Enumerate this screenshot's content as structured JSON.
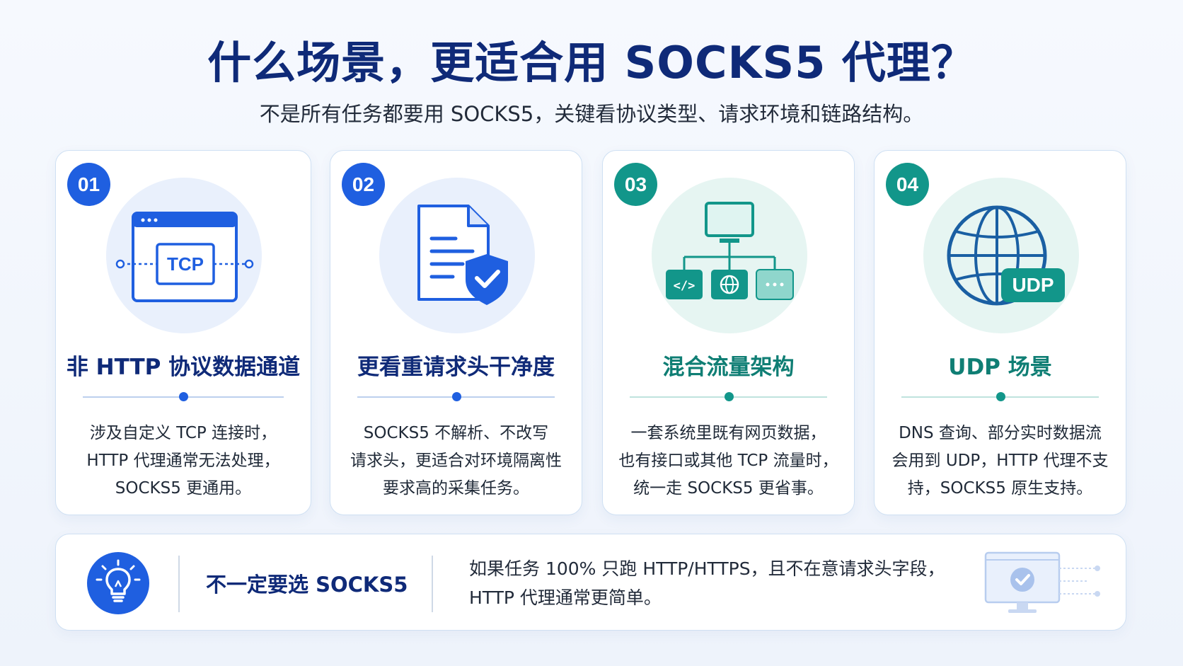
{
  "header": {
    "title": "什么场景，更适合用 SOCKS5 代理？",
    "subtitle": "不是所有任务都要用 SOCKS5，关键看协议类型、请求环境和链路结构。"
  },
  "cards": [
    {
      "number": "01",
      "icon": "tcp-window-icon",
      "icon_label": "TCP",
      "title": "非 HTTP 协议数据通道",
      "lines": [
        "涉及自定义 TCP 连接时，",
        "HTTP 代理通常无法处理，",
        "SOCKS5 更通用。"
      ],
      "accent": "#1f5fe0"
    },
    {
      "number": "02",
      "icon": "document-shield-icon",
      "title": "更看重请求头干净度",
      "lines": [
        "SOCKS5 不解析、不改写",
        "请求头，更适合对环境隔离性",
        "要求高的采集任务。"
      ],
      "accent": "#1f5fe0"
    },
    {
      "number": "03",
      "icon": "network-topology-icon",
      "title": "混合流量架构",
      "lines": [
        "一套系统里既有网页数据，",
        "也有接口或其他 TCP 流量时，",
        "统一走 SOCKS5 更省事。"
      ],
      "accent": "#12968a"
    },
    {
      "number": "04",
      "icon": "globe-udp-icon",
      "icon_label": "UDP",
      "title": "UDP 场景",
      "lines": [
        "DNS 查询、部分实时数据流",
        "会用到 UDP，HTTP 代理不支",
        "持，SOCKS5 原生支持。"
      ],
      "accent": "#12968a"
    }
  ],
  "note": {
    "icon": "lightbulb-icon",
    "label": "不一定要选 SOCKS5",
    "lines": [
      "如果任务 100% 只跑 HTTP/HTTPS，且不在意请求头字段，",
      "HTTP 代理通常更简单。"
    ],
    "decor_icon": "monitor-check-icon"
  }
}
